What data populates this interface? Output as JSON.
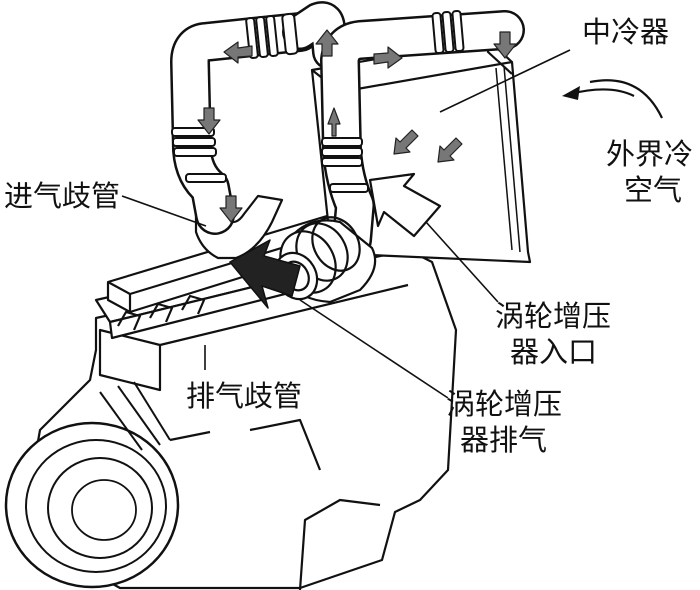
{
  "labels": {
    "intercooler": "中冷器",
    "outside_air_line1": "外界冷",
    "outside_air_line2": "空气",
    "intake_manifold": "进气歧管",
    "exhaust_manifold": "排气歧管",
    "turbo_inlet_line1": "涡轮增压",
    "turbo_inlet_line2": "器入口",
    "turbo_exhaust_line1": "涡轮增压",
    "turbo_exhaust_line2": "器排气"
  },
  "colors": {
    "line": "#111111",
    "flow_arrow": "#777777",
    "exhaust_arrow": "#222222",
    "outline_fill": "#ffffff"
  }
}
